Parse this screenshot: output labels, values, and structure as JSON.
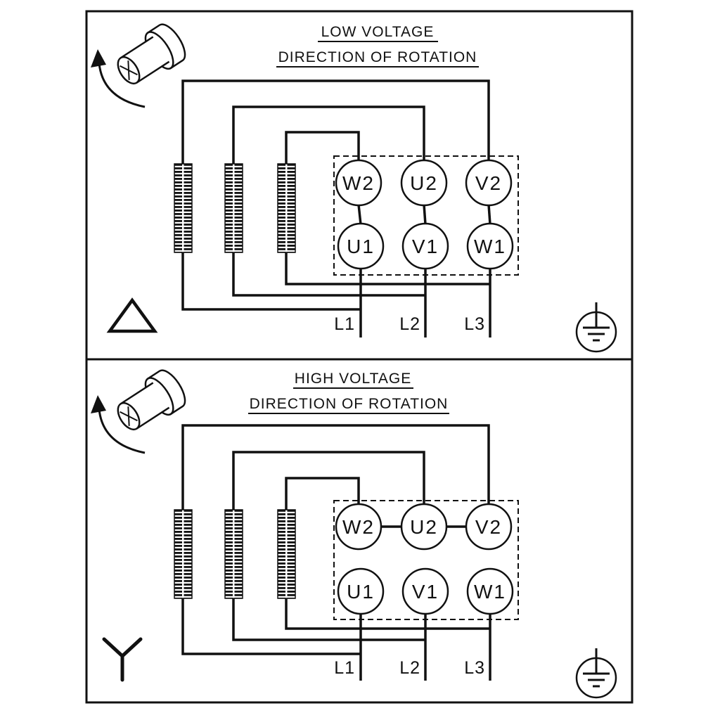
{
  "diagram": {
    "type": "motor-terminal-wiring",
    "colors": {
      "line": "#111111",
      "background": "#ffffff"
    },
    "panels": [
      {
        "id": "low-voltage",
        "title": "LOW VOLTAGE",
        "subtitle": "DIRECTION OF ROTATION",
        "connection": "delta",
        "terminals_top": [
          "W2",
          "U2",
          "V2"
        ],
        "terminals_bottom": [
          "U1",
          "V1",
          "W1"
        ],
        "supply_lines": [
          "L1",
          "L2",
          "L3"
        ],
        "symbols": [
          "rotation-direction-shaft",
          "delta-connection",
          "protective-earth"
        ]
      },
      {
        "id": "high-voltage",
        "title": "HIGH VOLTAGE",
        "subtitle": "DIRECTION OF ROTATION",
        "connection": "star",
        "terminals_top": [
          "W2",
          "U2",
          "V2"
        ],
        "terminals_bottom": [
          "U1",
          "V1",
          "W1"
        ],
        "supply_lines": [
          "L1",
          "L2",
          "L3"
        ],
        "symbols": [
          "rotation-direction-shaft",
          "star-connection",
          "protective-earth"
        ]
      }
    ]
  }
}
